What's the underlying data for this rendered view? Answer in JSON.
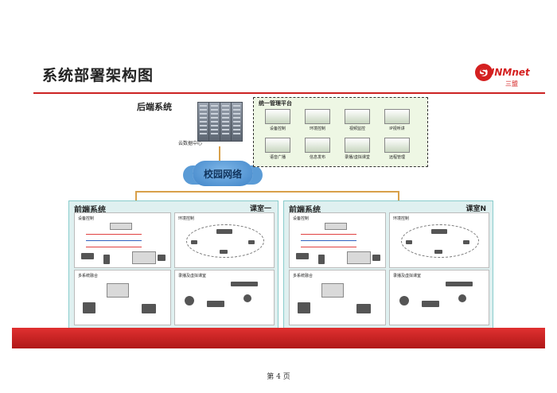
{
  "slide": {
    "title": "系统部署架构图",
    "logo_text": "SUNMnet",
    "logo_sub": "三盟",
    "page_number": "第 4 页"
  },
  "backend": {
    "label": "后端系统",
    "server_caption": "云数据中心",
    "network_label": "校园网络"
  },
  "platform": {
    "title": "统一管理平台",
    "items": [
      {
        "label": "设备控制"
      },
      {
        "label": "环境控制"
      },
      {
        "label": "视频监控"
      },
      {
        "label": "IP视听讲"
      },
      {
        "label": "语音广播"
      },
      {
        "label": "信息发布"
      },
      {
        "label": "录播/虚拟课堂"
      },
      {
        "label": "远程管理"
      }
    ]
  },
  "frontends": [
    {
      "title": "前端系统",
      "room": "课室一",
      "cells": {
        "device": "设备控制",
        "env": "环境控制",
        "multi": "多系统融合",
        "record": "录播及虚拟课室"
      }
    },
    {
      "title": "前端系统",
      "room": "课室N",
      "cells": {
        "device": "设备控制",
        "env": "环境控制",
        "multi": "多系统融合",
        "record": "录播及虚拟课室"
      }
    }
  ]
}
